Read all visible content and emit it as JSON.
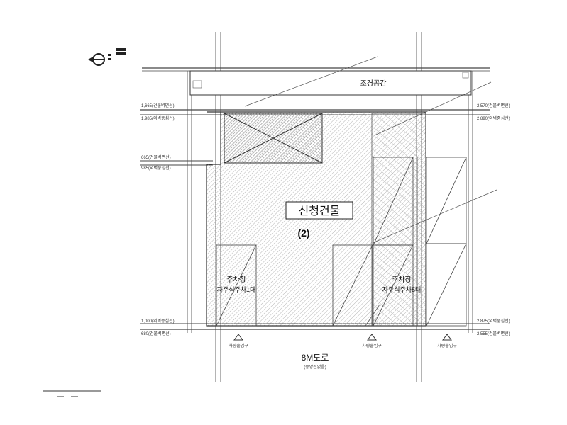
{
  "labels": {
    "main_building": "신청건물",
    "building_number": "(2)",
    "landscape": "조경공간",
    "parking_left_1": "주차장",
    "parking_left_2": "자주식주차1대",
    "parking_right_1": "주차장",
    "parking_right_2": "자주식주차5대",
    "road": "8M도로",
    "road_sub": "(중앙선없음)"
  },
  "left_dims": {
    "d1665": "1,665(건물벽면선)",
    "d1985a": "1,985(외벽중심선)",
    "d665": "665(건물벽면선)",
    "d985": "985(외벽중심선)",
    "d1000": "1,000(외벽중심선)",
    "d680": "680(건물벽면선)"
  },
  "right_dims": {
    "d2570": "2,570(건물벽면선)",
    "d2890": "2,890(외벽중심선)",
    "d2875": "2,875(외벽중심선)",
    "d2555": "2,555(건물벽면선)"
  },
  "legend": {
    "entrance": "차량출입구"
  }
}
